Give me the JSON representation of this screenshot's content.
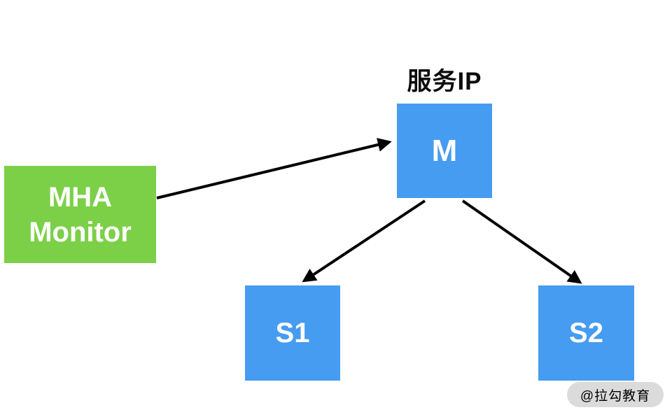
{
  "diagram": {
    "title_label": "服务IP",
    "arrow_color": "#000000",
    "nodes": {
      "monitor": {
        "label_line1": "MHA",
        "label_line2": "Monitor",
        "fill": "#7BD048",
        "text_color": "#FFFFFF"
      },
      "master": {
        "label": "M",
        "fill": "#469CF0",
        "text_color": "#FFFFFF"
      },
      "slave1": {
        "label": "S1",
        "fill": "#469CF0",
        "text_color": "#FFFFFF"
      },
      "slave2": {
        "label": "S2",
        "fill": "#469CF0",
        "text_color": "#FFFFFF"
      }
    },
    "edges": [
      {
        "from": "monitor",
        "to": "master"
      },
      {
        "from": "master",
        "to": "slave1"
      },
      {
        "from": "master",
        "to": "slave2"
      }
    ]
  },
  "watermark": {
    "text": "@拉勾教育",
    "bg": "#DBDBDB",
    "text_color": "#FFFFFF"
  }
}
